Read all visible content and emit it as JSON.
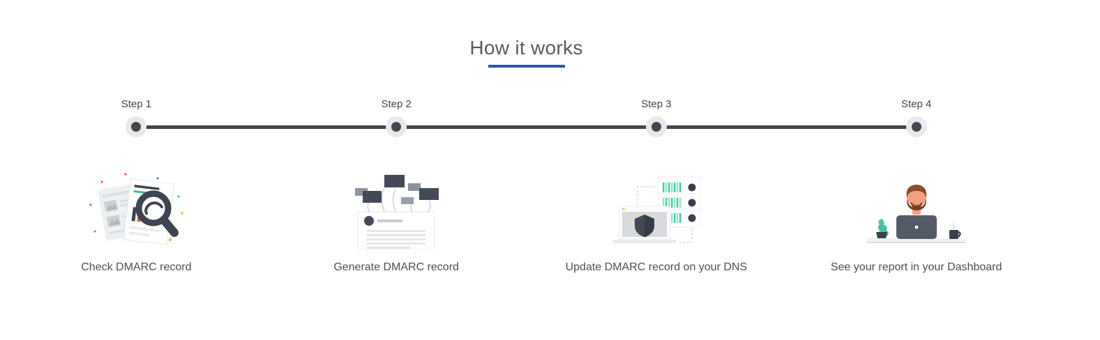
{
  "header": {
    "title": "How it works",
    "underline_color": "#2b57a8"
  },
  "timeline": {
    "line_color": "#3e4450",
    "dot_outer_color": "#e9e9ea",
    "dot_inner_color": "#424751"
  },
  "steps": [
    {
      "label": "Step 1",
      "caption": "Check DMARC record",
      "illustration": "document-search-illustration"
    },
    {
      "label": "Step 2",
      "caption": "Generate DMARC record",
      "illustration": "floating-blocks-document-illustration"
    },
    {
      "label": "Step 3",
      "caption": "Update DMARC record on your DNS",
      "illustration": "secure-server-laptop-illustration"
    },
    {
      "label": "Step 4",
      "caption": "See your report in your Dashboard",
      "illustration": "person-at-laptop-illustration"
    }
  ],
  "colors": {
    "accent_blue": "#2b57a8",
    "slate_dark": "#3e4450",
    "title_gray": "#55595f",
    "caption_gray": "#4a4e54",
    "teal": "#45c4a2",
    "teal_light": "#a8ead4",
    "red": "#e05a4e",
    "yellow": "#f0b62c",
    "green": "#3bbf8e",
    "confetti_blue": "#4a7de0",
    "skin": "#f0a183",
    "hair_brown": "#8c4a2e"
  }
}
